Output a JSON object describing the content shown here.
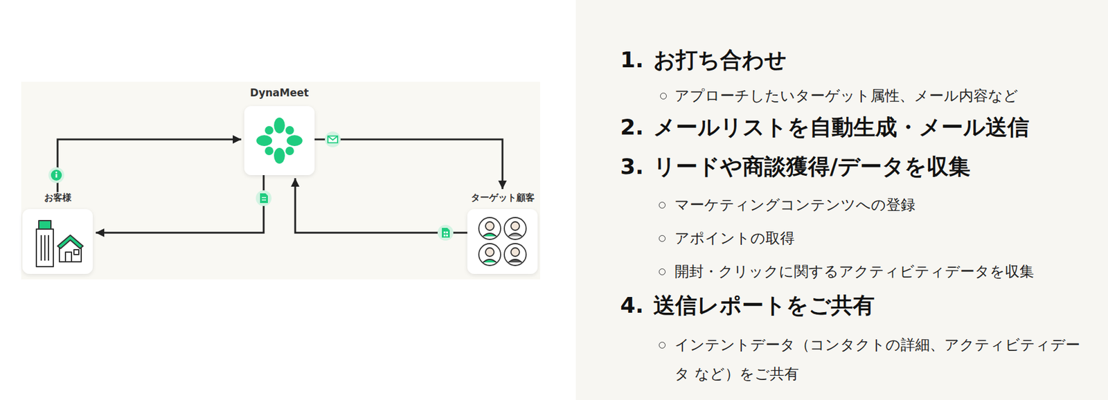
{
  "diagram": {
    "nodes": [
      {
        "text": [
          "DynaMeet"
        ]
      },
      {
        "text": [
          "お客様"
        ]
      },
      {
        "text": [
          "ターゲット顧客"
        ]
      }
    ],
    "edges": [
      {
        "from": 1,
        "to": 0,
        "arrow": "to"
      },
      {
        "from": 0,
        "to": 2,
        "arrow": "to"
      },
      {
        "from": 2,
        "to": 0,
        "arrow": "to"
      },
      {
        "from": 0,
        "to": 1,
        "arrow": "to"
      }
    ],
    "labels": [
      "1.",
      "お打ち合わせ",
      "アプローチしたいターゲット属性、メール内容など",
      "2.",
      "メールリストを自動生成・メール送信",
      "3.",
      "リードや商談獲得/データを収集",
      "マーケティングコンテンツへの登録",
      "アポイントの取得",
      "開封・クリックに関するアクティビティデータを収集",
      "4.",
      "送信レポートをご共有",
      "インテントデータ（コンタクトの詳細、アクティビティデータ など）をご共有"
    ]
  }
}
